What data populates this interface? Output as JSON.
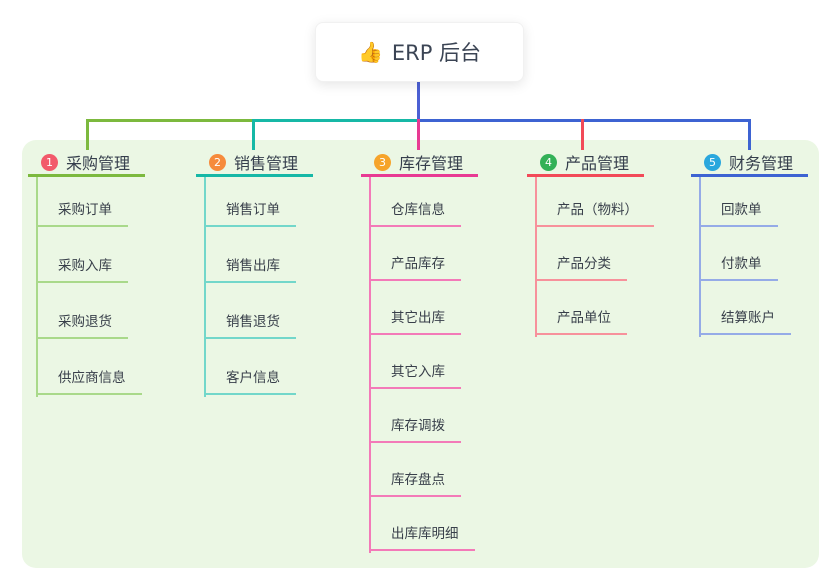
{
  "root": {
    "icon": "👍",
    "label": "ERP 后台"
  },
  "colors": {
    "panel_bg": "#ebf7e4",
    "trunk": "#4c60d4"
  },
  "branches": [
    {
      "index": "1",
      "label": "采购管理",
      "badge_color": "#f25a6b",
      "line_color": "#7cb93e",
      "item_line_color": "#a9d98a",
      "items": [
        "采购订单",
        "采购入库",
        "采购退货",
        "供应商信息"
      ]
    },
    {
      "index": "2",
      "label": "销售管理",
      "badge_color": "#f68b3c",
      "line_color": "#16b8a6",
      "item_line_color": "#72d7ca",
      "items": [
        "销售订单",
        "销售出库",
        "销售退货",
        "客户信息"
      ]
    },
    {
      "index": "3",
      "label": "库存管理",
      "badge_color": "#f6a42b",
      "line_color": "#e83a93",
      "item_line_color": "#f37ab8",
      "items": [
        "仓库信息",
        "产品库存",
        "其它出库",
        "其它入库",
        "库存调拨",
        "库存盘点",
        "出库库明细"
      ]
    },
    {
      "index": "4",
      "label": "产品管理",
      "badge_color": "#33b157",
      "line_color": "#f24a58",
      "item_line_color": "#f7919b",
      "items": [
        "产品（物料）",
        "产品分类",
        "产品单位"
      ]
    },
    {
      "index": "5",
      "label": "财务管理",
      "badge_color": "#2aa7dd",
      "line_color": "#3d63d2",
      "item_line_color": "#95abe7",
      "items": [
        "回款单",
        "付款单",
        "结算账户"
      ]
    }
  ]
}
